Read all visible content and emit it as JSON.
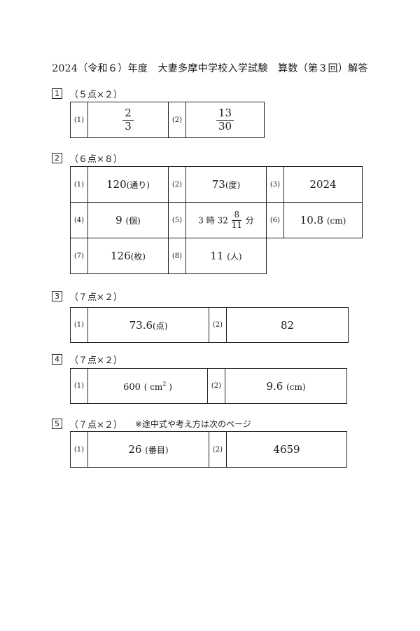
{
  "title": "2024（令和６）年度　大妻多摩中学校入学試験　算数（第３回）解答",
  "q1": {
    "num": "1",
    "points": "（５点×２）",
    "a1": {
      "label": "(1)",
      "num": "2",
      "den": "3"
    },
    "a2": {
      "label": "(2)",
      "num": "13",
      "den": "30"
    }
  },
  "q2": {
    "num": "2",
    "points": "（６点×８）",
    "a1": {
      "label": "(1)",
      "value": "120",
      "unit": "(通り)"
    },
    "a2": {
      "label": "(2)",
      "value": "73",
      "unit": "(度)"
    },
    "a3": {
      "label": "(3)",
      "value": "2024"
    },
    "a4": {
      "label": "(4)",
      "value": "9",
      "unit": "(個)"
    },
    "a5": {
      "label": "(5)",
      "prefix": "3 時 32",
      "num": "8",
      "den": "11",
      "suffix": "分"
    },
    "a6": {
      "label": "(6)",
      "value": "10.8",
      "unit": "(cm)"
    },
    "a7": {
      "label": "(7)",
      "value": "126",
      "unit": "(枚)"
    },
    "a8": {
      "label": "(8)",
      "value": "11",
      "unit": "(人)"
    }
  },
  "q3": {
    "num": "3",
    "points": "（７点×２）",
    "a1": {
      "label": "(1)",
      "value": "73.6",
      "unit": "(点)"
    },
    "a2": {
      "label": "(2)",
      "value": "82"
    }
  },
  "q4": {
    "num": "4",
    "points": "（７点×２）",
    "a1": {
      "label": "(1)",
      "value": "600",
      "unit": "( cm",
      "sup": "2",
      "unit_close": " )"
    },
    "a2": {
      "label": "(2)",
      "value": "9.6",
      "unit": "(cm)"
    }
  },
  "q5": {
    "num": "5",
    "points": "（７点×２）",
    "note": "※途中式や考え方は次のページ",
    "a1": {
      "label": "(1)",
      "value": "26",
      "unit": "(番目)"
    },
    "a2": {
      "label": "(2)",
      "value": "4659"
    }
  }
}
